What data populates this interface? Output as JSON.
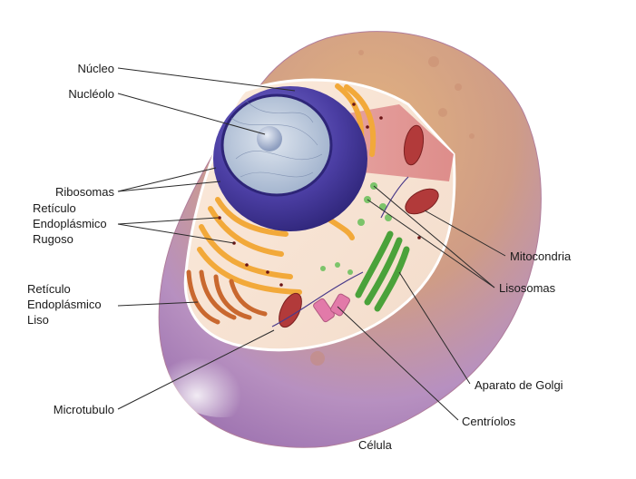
{
  "title": "Célula",
  "labels": {
    "nucleo": "Núcleo",
    "nucleolo": "Nucléolo",
    "ribosomas": "Ribosomas",
    "rer": [
      "Retículo",
      "Endoplásmico",
      "Rugoso"
    ],
    "rel": [
      "Retículo",
      "Endoplásmico",
      "Liso"
    ],
    "microtubulo": "Microtubulo",
    "mitocondria": "Mitocondria",
    "lisosomas": "Lisosomas",
    "golgi": "Aparato de Golgi",
    "centriolos": "Centríolos"
  },
  "colors": {
    "cytoplasm_outer_top": "#d9a470",
    "cytoplasm_outer_bottom": "#b58ac2",
    "cut_face": "#f6e4d2",
    "nucleus": "#4b3ea3",
    "nucleoplasm": "#b9c7dd",
    "rough_er": "#f2a93a",
    "smooth_er": "#c9682f",
    "golgi": "#4aa23a",
    "mitochondria": "#b23a3a",
    "centrioles": "#e27aa9",
    "lysosomes": "#7cc46a",
    "ribosomes": "#6b1414"
  }
}
